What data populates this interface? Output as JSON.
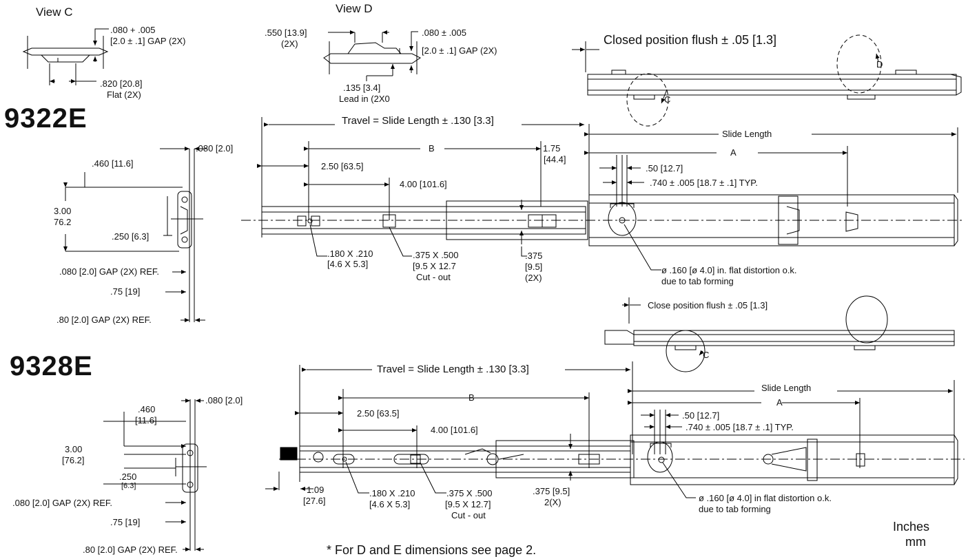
{
  "views": {
    "view_c": "View C",
    "view_d": "View D"
  },
  "view_c": {
    "gap_line1": ".080 + .005",
    "gap_line2": "[2.0 ± .1] GAP (2X)",
    "flat_line1": ".820 [20.8]",
    "flat_line2": "Flat (2X)"
  },
  "view_d": {
    "dim_line1": ".550 [13.9]",
    "dim_line2": "(2X)",
    "gap_line1": ".080 ± .005",
    "gap_line2": "[2.0 ± .1] GAP (2X)",
    "lead_line1": ".135 [3.4]",
    "lead_line2": "Lead in (2X0"
  },
  "models": {
    "top": "9322E",
    "bottom": "9328E"
  },
  "m9322": {
    "closed_flush": "Closed position flush ± .05 [1.3]",
    "callout_c": "C",
    "callout_d": "D",
    "travel": "Travel = Slide Length ± .130 [3.3]",
    "slide_length": "Slide Length",
    "dim_b": "B",
    "dim_a": "A",
    "dim_175_1": "1.75",
    "dim_175_2": "[44.4]",
    "dim_250": "2.50 [63.5]",
    "dim_400": "4.00 [101.6]",
    "dim_50": ".50 [12.7]",
    "dim_740": ".740 ± .005 [18.7 ± .1] TYP.",
    "hole1_l1": ".180 X .210",
    "hole1_l2": "[4.6 X 5.3]",
    "hole2_l1": ".375 X .500",
    "hole2_l2": "[9.5 X 12.7",
    "hole2_l3": "Cut - out",
    "dim_375_l1": ".375",
    "dim_375_l2": "[9.5]",
    "dim_375_l3": "(2X)",
    "dia_l1": "ø .160 [ø 4.0] in. flat distortion o.k.",
    "dia_l2": "due to tab forming",
    "side_080": ".080 [2.0]",
    "side_460": ".460 [11.6]",
    "side_300_l1": "3.00",
    "side_300_l2": "76.2",
    "side_250": ".250 [6.3]",
    "side_gap1": ".080 [2.0] GAP (2X) REF.",
    "side_75": ".75 [19]",
    "side_gap2": ".80 [2.0] GAP (2X) REF."
  },
  "m9328": {
    "closed_flush": "Close position flush ± .05 [1.3]",
    "callout_c": "C",
    "travel": "Travel = Slide Length ± .130 [3.3]",
    "slide_length": "Slide Length",
    "dim_b": "B",
    "dim_a": "A",
    "dim_250": "2.50 [63.5]",
    "dim_400": "4.00 [101.6]",
    "dim_50": ".50 [12.7]",
    "dim_740": ".740 ± .005 [18.7 ± .1] TYP.",
    "dim_109_l1": "1.09",
    "dim_109_l2": "[27.6]",
    "hole1_l1": ".180 X .210",
    "hole1_l2": "[4.6 X 5.3]",
    "hole2_l1": ".375 X .500",
    "hole2_l2": "[9.5 X 12.7]",
    "hole2_l3": "Cut - out",
    "dim_375_l1": ".375 [9.5]",
    "dim_375_l2": "2(X)",
    "dia_l1": "ø .160 [ø 4.0] in flat distortion o.k.",
    "dia_l2": "due to tab forming",
    "side_080": ".080 [2.0]",
    "side_460_l1": ".460",
    "side_460_l2": "[11.6]",
    "side_300_l1": "3.00",
    "side_300_l2": "[76.2]",
    "side_250_l1": ".250",
    "side_250_l2": "[6.3]",
    "side_gap1": ".080 [2.0] GAP (2X) REF.",
    "side_75": ".75 [19]",
    "side_gap2": ".80 [2.0] GAP (2X) REF."
  },
  "footer": {
    "note": "* For D and E dimensions see page 2.",
    "units_l1": "Inches",
    "units_l2": "mm"
  }
}
